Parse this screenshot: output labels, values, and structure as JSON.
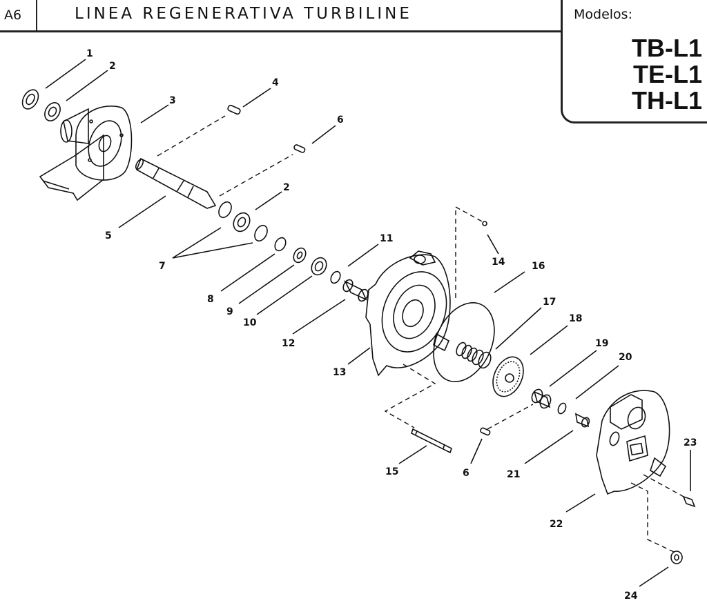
{
  "header": {
    "page_code": "A6",
    "title": "LINEA REGENERATIVA TURBILINE"
  },
  "models": {
    "heading": "Modelos:",
    "items": [
      "TB-L1",
      "TE-L1",
      "TH-L1"
    ]
  },
  "part_numbers": [
    "1",
    "2",
    "3",
    "4",
    "6",
    "5",
    "2",
    "7",
    "8",
    "9",
    "10",
    "11",
    "12",
    "13",
    "14",
    "16",
    "17",
    "18",
    "19",
    "20",
    "15",
    "6",
    "21",
    "22",
    "23",
    "24"
  ]
}
